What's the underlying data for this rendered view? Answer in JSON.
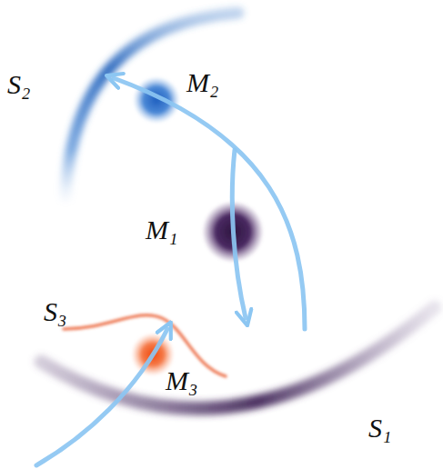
{
  "diagram": {
    "labels": [
      "S₂",
      "M₂",
      "M₁",
      "S₃",
      "M₃",
      "S₁"
    ]
  }
}
